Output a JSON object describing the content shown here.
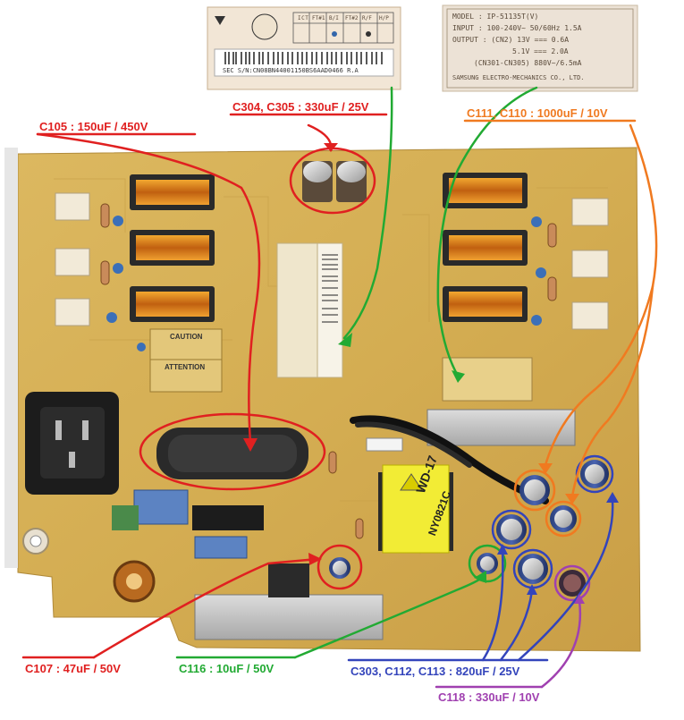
{
  "image": {
    "subject": "Samsung monitor power supply board with labelled capacitors",
    "colors": {
      "red": "#e02020",
      "orange": "#f07a20",
      "green": "#22aa33",
      "blue": "#3344bb",
      "purple": "#a040b0",
      "pcb": "#d9b45a"
    }
  },
  "labels": {
    "c105": "C105 : 150uF / 450V",
    "c304_c305": "C304, C305 : 330uF / 25V",
    "c111_c110": "C111, C110 : 1000uF / 10V",
    "c107": "C107 : 47uF / 50V",
    "c116": "C116 : 10uF / 50V",
    "c303_c112_c113": "C303, C112, C113 : 820uF / 25V",
    "c118": "C118 : 330uF / 10V"
  },
  "sticker_left": {
    "columns": [
      "ICT",
      "FT#1",
      "B/I",
      "FT#2",
      "R/F",
      "H/P"
    ],
    "serial": "SEC S/N:CN08BN44001150BS6AAD0466 R.A"
  },
  "sticker_right": {
    "model_line": "MODEL : IP-51135T(V)",
    "input_line": "INPUT : 100-240V~ 50/60Hz 1.5A",
    "output_line_1": "OUTPUT : (CN2) 13V === 0.6A",
    "output_line_2": "5.1V === 2.0A",
    "output_line_3": "(CN301-CN305) 880V~/6.5mA",
    "maker_line": "SAMSUNG ELECTRO-MECHANICS CO., LTD."
  },
  "board_text": {
    "caution": "CAUTION",
    "attention": "ATTENTION",
    "transformer_marking_1": "WD-17",
    "transformer_marking_2": "NY0821C"
  }
}
